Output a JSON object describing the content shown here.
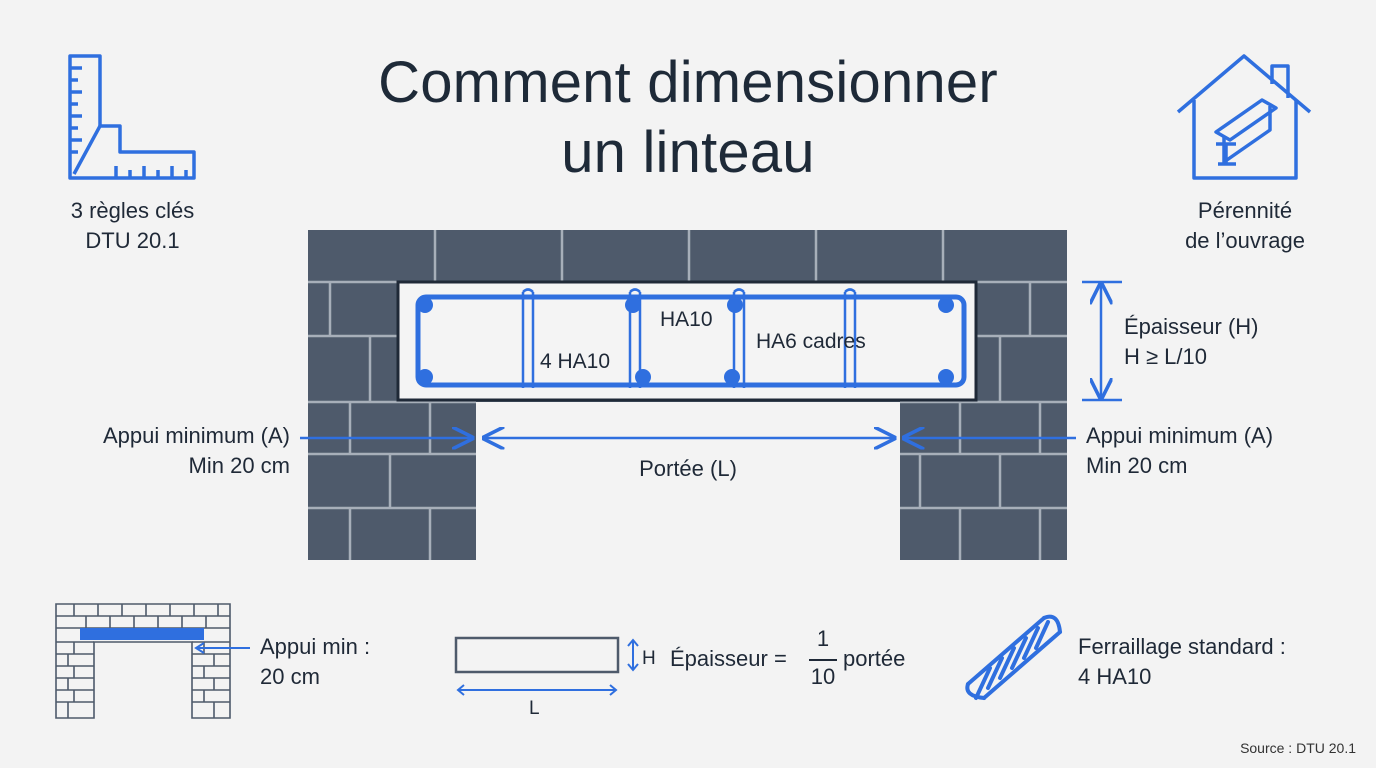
{
  "title": {
    "line1": "Comment dimensionner",
    "line2": "un linteau"
  },
  "top_left": {
    "line1": "3 règles clés",
    "line2": "DTU 20.1",
    "icon": "square-ruler-icon"
  },
  "top_right": {
    "line1": "Pérennité",
    "line2": "de l’ouvrage",
    "icon": "house-beam-icon"
  },
  "lintel": {
    "label_bars": "4 HA10",
    "label_ha10": "HA10",
    "label_stirrups": "HA6 cadres"
  },
  "dimensions": {
    "thickness_title": "Épaisseur (H)",
    "thickness_rule": "H ≥ L/10",
    "span": "Portée (L)",
    "support_left_title": "Appui minimum (A)",
    "support_left_value": "Min 20 cm",
    "support_right_title": "Appui minimum (A)",
    "support_right_value": "Min 20 cm"
  },
  "rule_support": {
    "line1": "Appui min :",
    "line2": "20 cm",
    "icon": "wall-opening-icon"
  },
  "rule_thickness": {
    "h": "H",
    "l": "L",
    "prefix": "Épaisseur =",
    "num": "1",
    "den": "10",
    "suffix": "portée",
    "icon": "beam-profile-icon"
  },
  "rule_rebar": {
    "line1": "Ferraillage standard :",
    "line2": "4 HA10",
    "icon": "rebar-icon"
  },
  "source": "Source : DTU 20.1",
  "colors": {
    "accent": "#2f6fdf",
    "wall": "#4e5a6b",
    "mortar": "#a7afb9",
    "text": "#1f2937"
  }
}
